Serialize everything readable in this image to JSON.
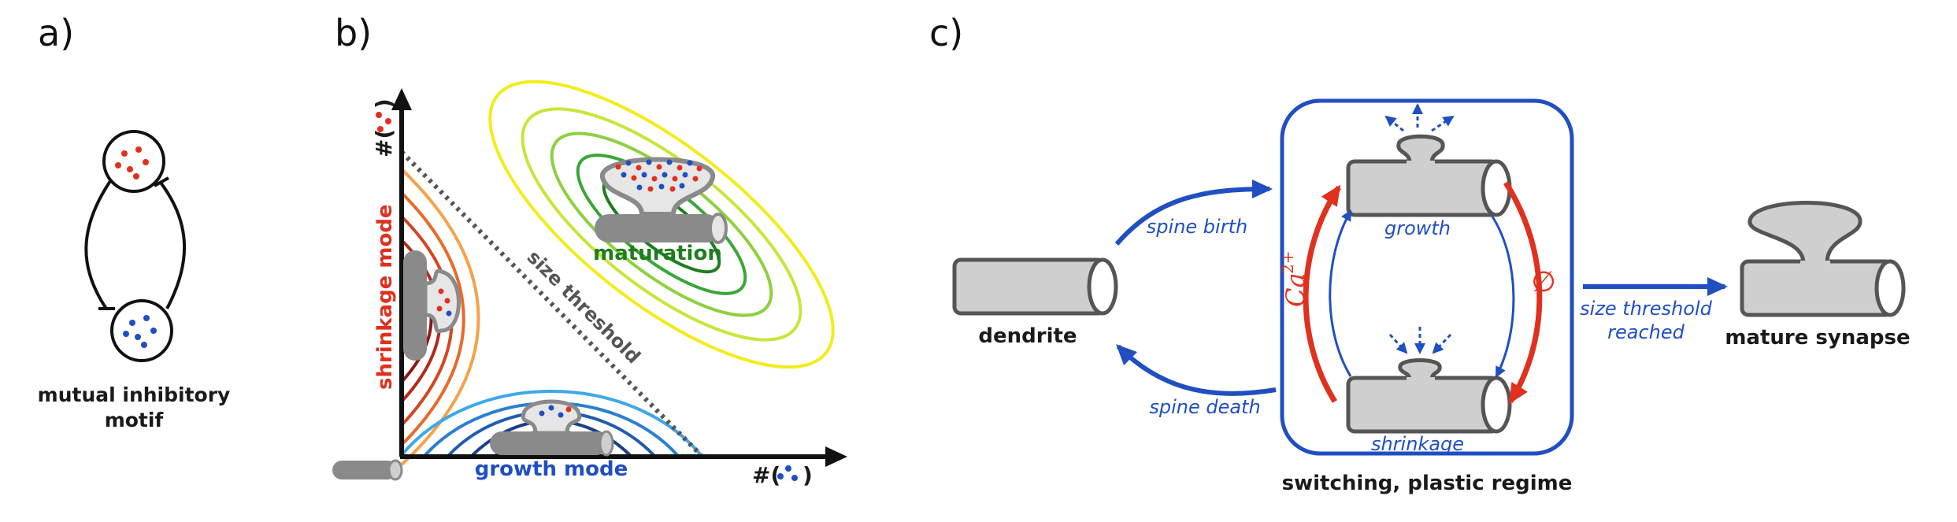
{
  "panels": {
    "a": {
      "label": "a)",
      "caption_line1": "mutual inhibitory",
      "caption_line2": "motif"
    },
    "b": {
      "label": "b)",
      "y_axis_label": "#( )",
      "x_axis_label": "#( )",
      "size_threshold": "size threshold",
      "shrinkage_mode": "shrinkage mode",
      "growth_mode": "growth mode",
      "maturation": "maturation"
    },
    "c": {
      "label": "c)",
      "dendrite": "dendrite",
      "spine_birth": "spine birth",
      "spine_death": "spine death",
      "growth": "growth",
      "shrinkage": "shrinkage",
      "calcium": "Ca",
      "calcium_sup": "2+",
      "null_symbol": "∅",
      "size_threshold_line1": "size threshold",
      "size_threshold_line2": "reached",
      "mature_synapse": "mature synapse",
      "regime": "switching, plastic regime"
    }
  },
  "colors": {
    "blue": "#1f4fc0",
    "red": "#e0301e",
    "green": "#1e7d1e",
    "grey": "#c8c8c8",
    "dark": "#1a1a1a"
  }
}
